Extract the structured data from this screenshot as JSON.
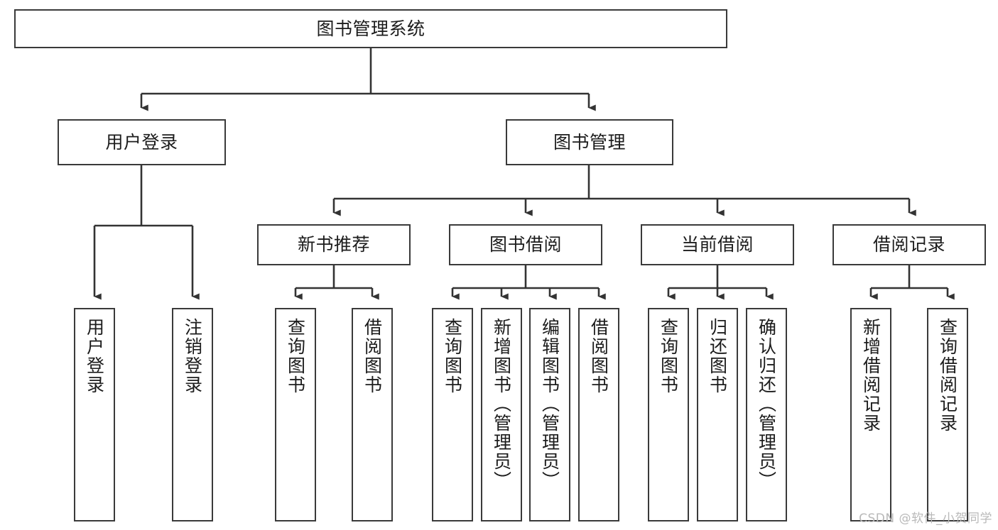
{
  "diagram": {
    "title": "图书管理系统",
    "type": "功能结构图",
    "watermark": "CSDN @软件_小贺同学",
    "colors": {
      "box_border": "#3a3a3a",
      "box_fill": "#ffffff",
      "edge": "#333333",
      "text": "#1c1c1c",
      "watermark": "#b9b9b9",
      "background": "#ffffff"
    },
    "root": {
      "label": "图书管理系统"
    },
    "level1": [
      {
        "label": "用户登录"
      },
      {
        "label": "图书管理"
      }
    ],
    "level2": [
      {
        "label": "新书推荐"
      },
      {
        "label": "图书借阅"
      },
      {
        "label": "当前借阅"
      },
      {
        "label": "借阅记录"
      }
    ],
    "leaves": {
      "user_login": [
        {
          "label": "用户登录"
        },
        {
          "label": "注销登录"
        }
      ],
      "new_book_recommend": [
        {
          "label": "查询图书"
        },
        {
          "label": "借阅图书"
        }
      ],
      "book_borrow": [
        {
          "label": "查询图书"
        },
        {
          "label": "新增图书（管理员）"
        },
        {
          "label": "编辑图书（管理员）"
        },
        {
          "label": "借阅图书"
        }
      ],
      "current_borrow": [
        {
          "label": "查询图书"
        },
        {
          "label": "归还图书"
        },
        {
          "label": "确认归还（管理员）"
        }
      ],
      "borrow_record": [
        {
          "label": "新增借阅记录"
        },
        {
          "label": "查询借阅记录"
        }
      ]
    }
  }
}
